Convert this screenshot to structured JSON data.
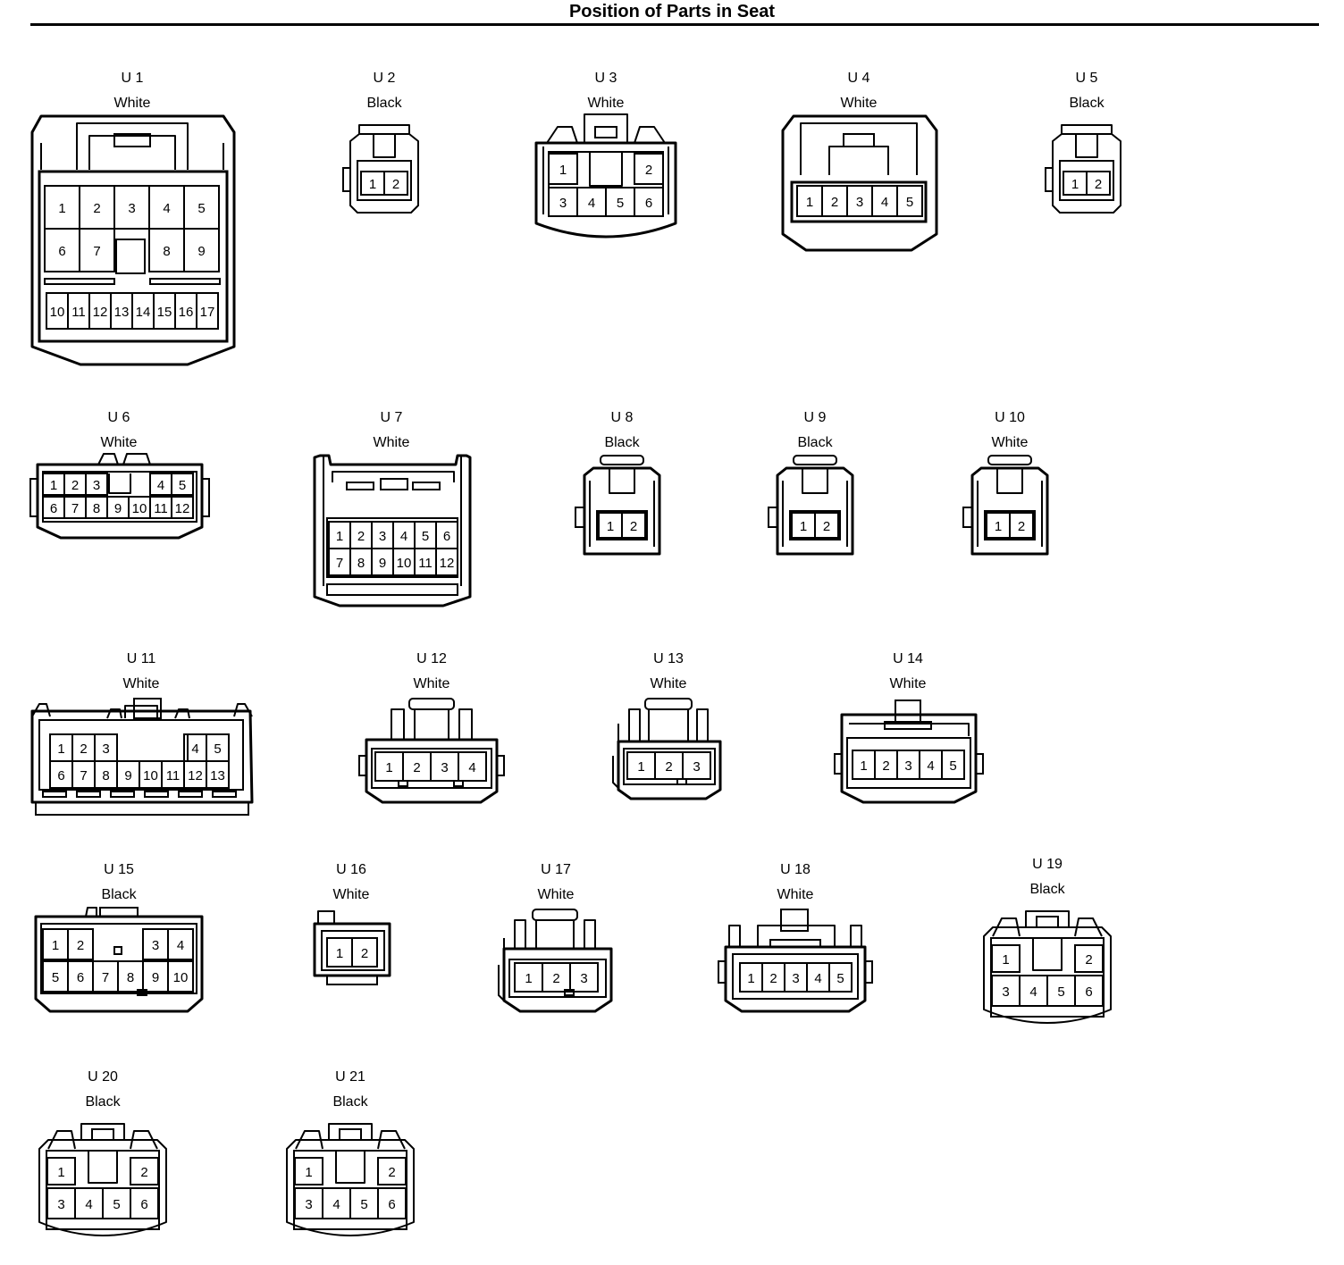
{
  "title": "Position of Parts in Seat",
  "connectors": [
    {
      "id": "U 1",
      "color": "White",
      "rows": [
        [
          "1",
          "2",
          "3",
          "4",
          "5"
        ],
        [
          "6",
          "7",
          "",
          "8",
          "9"
        ],
        [
          "10",
          "11",
          "12",
          "13",
          "14",
          "15",
          "16",
          "17"
        ]
      ]
    },
    {
      "id": "U 2",
      "color": "Black",
      "rows": [
        [
          "1",
          "2"
        ]
      ]
    },
    {
      "id": "U 3",
      "color": "White",
      "rows": [
        [
          "1",
          "",
          "",
          "2"
        ],
        [
          "3",
          "4",
          "5",
          "6"
        ]
      ]
    },
    {
      "id": "U 4",
      "color": "White",
      "rows": [
        [
          "1",
          "2",
          "3",
          "4",
          "5"
        ]
      ]
    },
    {
      "id": "U 5",
      "color": "Black",
      "rows": [
        [
          "1",
          "2"
        ]
      ]
    },
    {
      "id": "U 6",
      "color": "White",
      "rows": [
        [
          "1",
          "2",
          "3",
          "",
          "",
          "4",
          "5"
        ],
        [
          "6",
          "7",
          "8",
          "9",
          "10",
          "11",
          "12"
        ]
      ]
    },
    {
      "id": "U 7",
      "color": "White",
      "rows": [
        [
          "1",
          "2",
          "3",
          "4",
          "5",
          "6"
        ],
        [
          "7",
          "8",
          "9",
          "10",
          "11",
          "12"
        ]
      ]
    },
    {
      "id": "U 8",
      "color": "Black",
      "rows": [
        [
          "1",
          "2"
        ]
      ]
    },
    {
      "id": "U 9",
      "color": "Black",
      "rows": [
        [
          "1",
          "2"
        ]
      ]
    },
    {
      "id": "U 10",
      "color": "White",
      "rows": [
        [
          "1",
          "2"
        ]
      ]
    },
    {
      "id": "U 11",
      "color": "White",
      "rows": [
        [
          "1",
          "2",
          "3",
          "",
          "",
          "",
          "4",
          "5"
        ],
        [
          "6",
          "7",
          "8",
          "9",
          "10",
          "11",
          "12",
          "13"
        ]
      ]
    },
    {
      "id": "U 12",
      "color": "White",
      "rows": [
        [
          "1",
          "2",
          "3",
          "4"
        ]
      ]
    },
    {
      "id": "U 13",
      "color": "White",
      "rows": [
        [
          "1",
          "2",
          "3"
        ]
      ]
    },
    {
      "id": "U 14",
      "color": "White",
      "rows": [
        [
          "1",
          "2",
          "3",
          "4",
          "5"
        ]
      ]
    },
    {
      "id": "U 15",
      "color": "Black",
      "rows": [
        [
          "1",
          "2",
          "",
          "",
          "3",
          "4"
        ],
        [
          "5",
          "6",
          "7",
          "8",
          "9",
          "10"
        ]
      ]
    },
    {
      "id": "U 16",
      "color": "White",
      "rows": [
        [
          "1",
          "2"
        ]
      ]
    },
    {
      "id": "U 17",
      "color": "White",
      "rows": [
        [
          "1",
          "2",
          "3"
        ]
      ]
    },
    {
      "id": "U 18",
      "color": "White",
      "rows": [
        [
          "1",
          "2",
          "3",
          "4",
          "5"
        ]
      ]
    },
    {
      "id": "U 19",
      "color": "Black",
      "rows": [
        [
          "1",
          "",
          "",
          "2"
        ],
        [
          "3",
          "4",
          "5",
          "6"
        ]
      ]
    },
    {
      "id": "U 20",
      "color": "Black",
      "rows": [
        [
          "1",
          "",
          "",
          "2"
        ],
        [
          "3",
          "4",
          "5",
          "6"
        ]
      ]
    },
    {
      "id": "U 21",
      "color": "Black",
      "rows": [
        [
          "1",
          "",
          "",
          "2"
        ],
        [
          "3",
          "4",
          "5",
          "6"
        ]
      ]
    }
  ]
}
